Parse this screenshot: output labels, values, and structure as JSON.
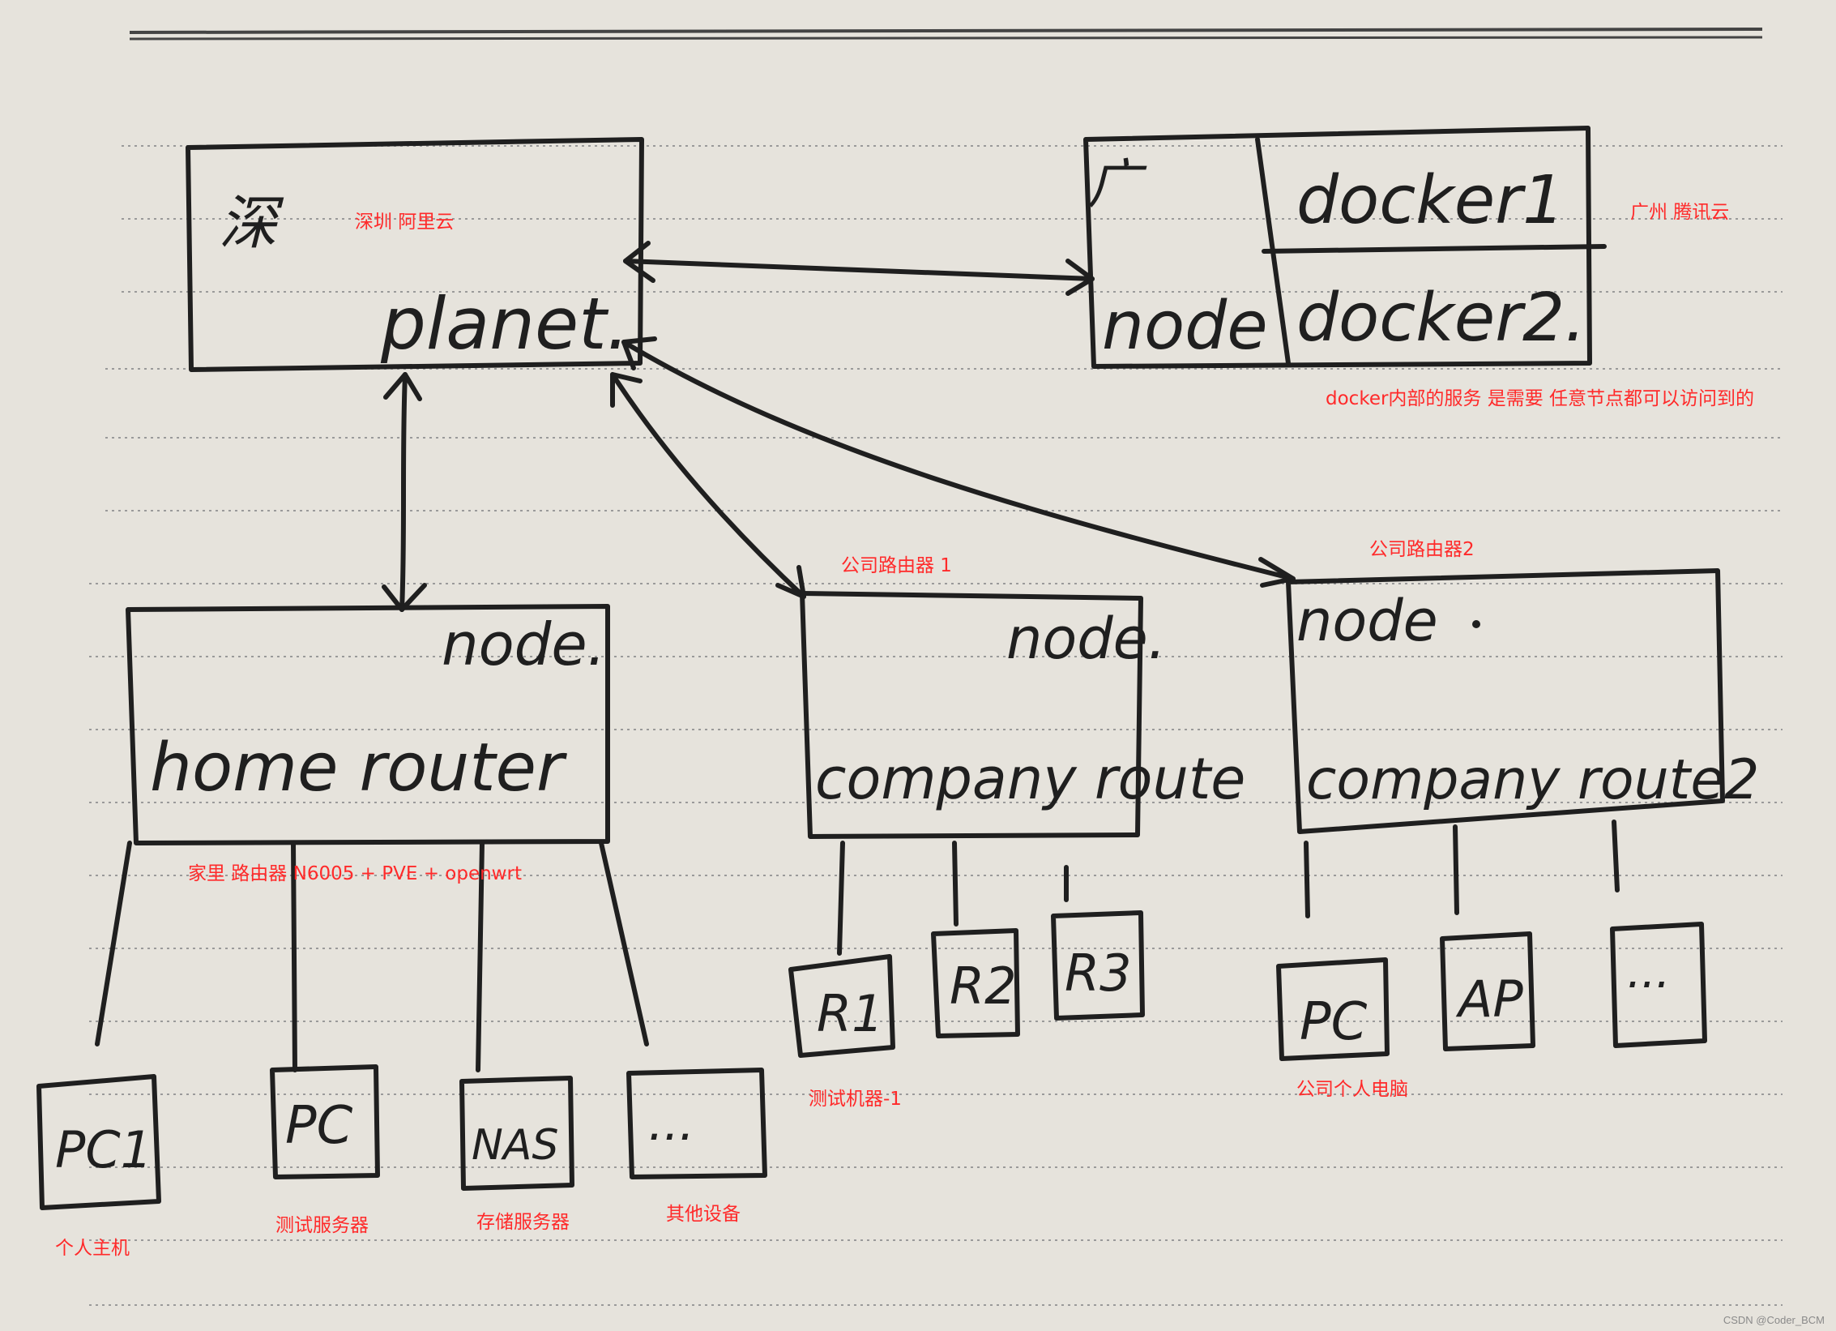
{
  "handwritten": {
    "shen": "深",
    "planet": "planet.",
    "guang": "广",
    "node": "node",
    "docker1": "docker1",
    "docker2": "docker2.",
    "home_node": "node.",
    "home_router": "home router",
    "company1_node": "node.",
    "company1_router": "company route",
    "company2_node": "node",
    "company2_router": "company route2",
    "home_devices": [
      "PC1",
      "PC",
      "NAS",
      "..."
    ],
    "company1_devices": [
      "R1",
      "R2",
      "R3"
    ],
    "company2_devices": [
      "PC",
      "AP",
      "..."
    ]
  },
  "annotations": {
    "shenzhen_aliyun": "深圳 阿里云",
    "guangzhou_tencent": "广州 腾讯云",
    "docker_note": "docker内部的服务 是需要 任意节点都可以访问到的",
    "company_router_1": "公司路由器 1",
    "company_router_2": "公司路由器2",
    "home_router_desc": "家里 路由器 N6005 + PVE + openwrt",
    "personal_host": "个人主机",
    "test_server": "测试服务器",
    "storage_server": "存储服务器",
    "other_devices": "其他设备",
    "test_machine": "测试机器-1",
    "company_pc": "公司个人电脑"
  },
  "credit": "CSDN @Coder_BCM"
}
